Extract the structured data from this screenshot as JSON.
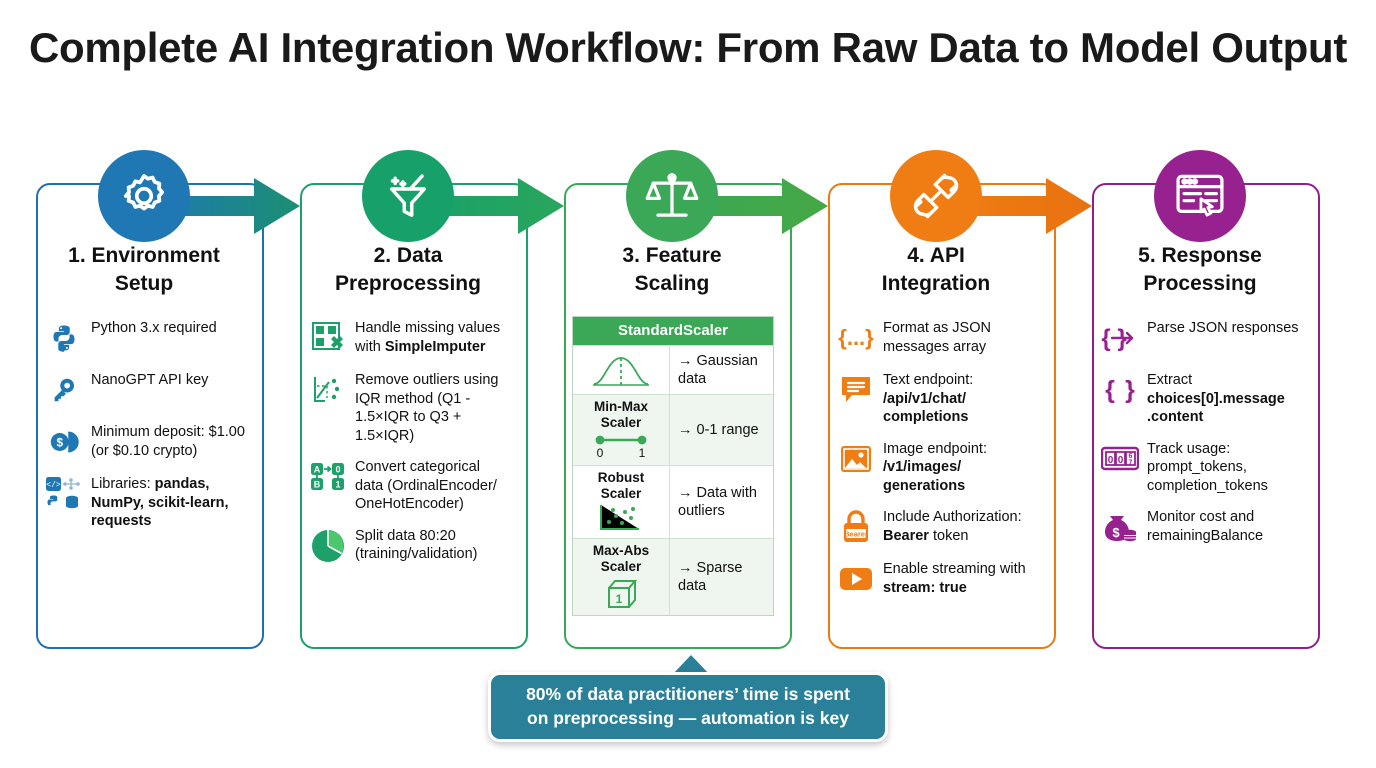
{
  "title": "Complete AI Integration Workflow: From Raw Data to Model Output",
  "colors": {
    "step1": "#1f78b4",
    "step2": "#17a06a",
    "step3": "#3aa856",
    "step4": "#ef7d14",
    "step5": "#97228f",
    "callout": "#2a8099"
  },
  "steps": [
    {
      "icon": "gear-icon",
      "heading": "1. Environment\nSetup",
      "bullets": [
        {
          "icon": "python-logo-icon",
          "text": "Python 3.x required"
        },
        {
          "icon": "key-icon",
          "text": "NanoGPT API key"
        },
        {
          "icon": "coins-dollar-icon",
          "text": "Minimum deposit: $1.00 (or $0.10 crypto)"
        },
        {
          "icon": "libraries-stack-icon",
          "text_prefix": "Libraries: ",
          "text_bold": "pandas, NumPy, scikit-learn, requests"
        }
      ]
    },
    {
      "icon": "funnel-sparkle-icon",
      "heading": "2. Data\nPreprocessing",
      "bullets": [
        {
          "icon": "grid-missing-values-icon",
          "text_prefix": "Handle missing values with ",
          "text_bold": "SimpleImputer"
        },
        {
          "icon": "scatter-outliers-icon",
          "text": "Remove outliers using IQR method (Q1 - 1.5×IQR to Q3 + 1.5×IQR)"
        },
        {
          "icon": "categorical-encode-icon",
          "text": "Convert categorical data (OrdinalEncoder/ OneHotEncoder)"
        },
        {
          "icon": "pie-chart-icon",
          "text": "Split data 80:20 (training/validation)"
        }
      ]
    },
    {
      "icon": "balance-scale-icon",
      "heading": "3. Feature\nScaling",
      "table": {
        "header": "StandardScaler",
        "rows": [
          {
            "label": "",
            "icon": "gaussian-curve-icon",
            "result": "→ Gaussian data"
          },
          {
            "label": "Min-Max\nScaler",
            "icon": "range-slider-icon",
            "result": "→ 0-1 range",
            "tick_left": "0",
            "tick_right": "1"
          },
          {
            "label": "Robust\nScaler",
            "icon": "scatter-plot-icon",
            "result": "→ Data with outliers"
          },
          {
            "label": "Max-Abs\nScaler",
            "icon": "cube-one-icon",
            "result": "→ Sparse data"
          }
        ]
      }
    },
    {
      "icon": "plug-connector-icon",
      "heading": "4. API\nIntegration",
      "bullets": [
        {
          "icon": "json-braces-icon",
          "text": "Format as JSON messages array"
        },
        {
          "icon": "chat-bubble-icon",
          "text_prefix": "Text endpoint: ",
          "text_bold": "/api/v1/chat/ completions"
        },
        {
          "icon": "image-photo-icon",
          "text_prefix": "Image endpoint: ",
          "text_bold": "/v1/images/ generations"
        },
        {
          "icon": "lock-bearer-icon",
          "text_prefix": "Include Authorization: ",
          "text_bold": "Bearer",
          "text_suffix": " token"
        },
        {
          "icon": "play-stream-icon",
          "text_prefix": "Enable streaming with ",
          "text_bold": "stream: true"
        }
      ]
    },
    {
      "icon": "browser-click-icon",
      "heading": "5. Response\nProcessing",
      "bullets": [
        {
          "icon": "json-parse-arrow-icon",
          "text": "Parse JSON responses"
        },
        {
          "icon": "braces-icon",
          "text_prefix": "Extract ",
          "text_bold": "choices[0].message .content"
        },
        {
          "icon": "counter-tokens-icon",
          "text": "Track usage: prompt_tokens, completion_tokens"
        },
        {
          "icon": "money-bag-icon",
          "text": "Monitor cost and remainingBalance"
        }
      ]
    }
  ],
  "callout": "80% of data practitioners’ time is spent\non preprocessing — automation is key"
}
